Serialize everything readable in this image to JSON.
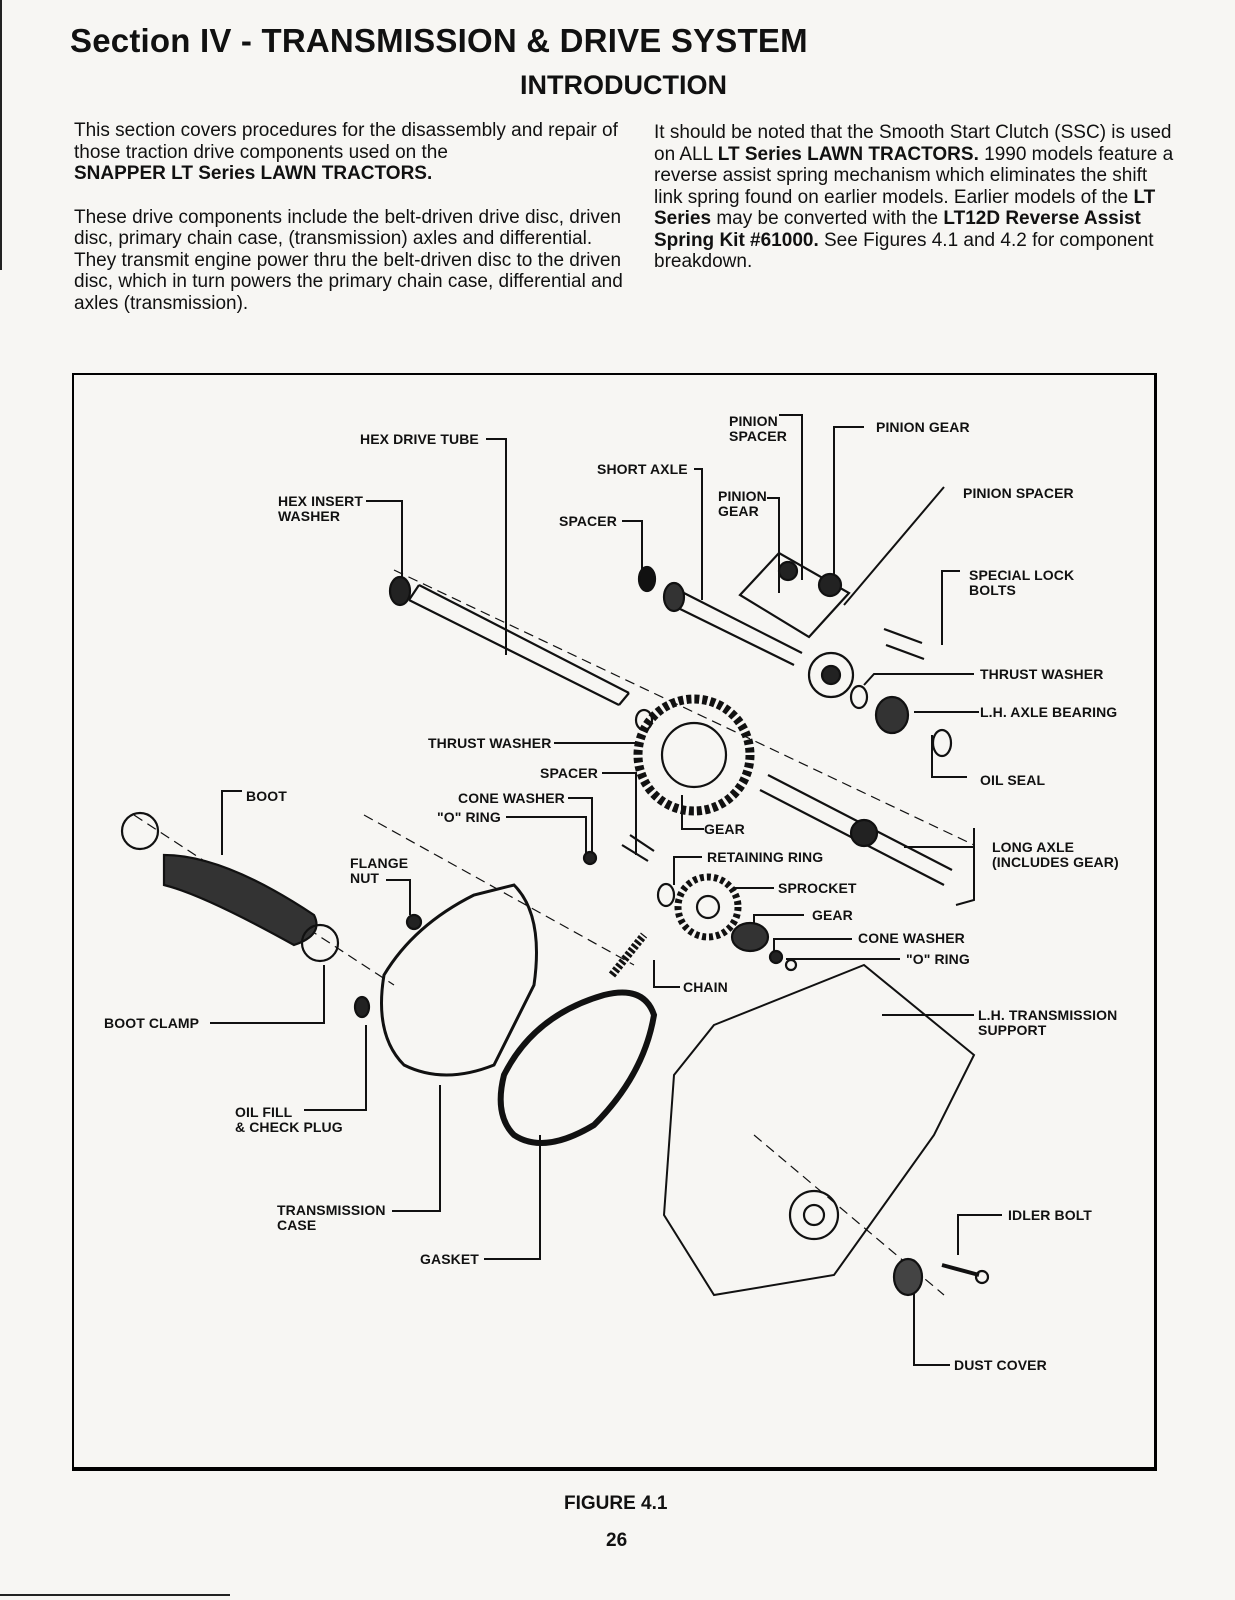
{
  "header": {
    "title": "Section IV - TRANSMISSION & DRIVE SYSTEM",
    "subtitle": "INTRODUCTION"
  },
  "intro": {
    "left_p1_a": "This section covers procedures for the disassembly and repair of those traction drive components used on the ",
    "left_p1_b": "SNAPPER LT Series LAWN TRACTORS.",
    "left_p2": "These drive components include the belt-driven drive disc, driven disc, primary chain case, (transmission) axles and differential. They transmit engine power thru the belt-driven disc to the driven disc, which in turn powers the primary chain case, differential and axles (transmission).",
    "right_a": "It should be noted that the Smooth Start Clutch (SSC) is used on ALL ",
    "right_b": "LT Series LAWN TRACTORS.",
    "right_c": " 1990 models feature a reverse assist spring mechanism which eliminates the shift link spring found on earlier models. Earlier models of the ",
    "right_d": "LT Series",
    "right_e": " may be converted with the ",
    "right_f": "LT12D Reverse Assist Spring Kit #61000.",
    "right_g": " See Figures 4.1 and 4.2 for component breakdown."
  },
  "figure": {
    "labels": {
      "hex_drive_tube": "HEX DRIVE TUBE",
      "hex_insert_washer": "HEX INSERT\nWASHER",
      "spacer_top": "SPACER",
      "short_axle": "SHORT AXLE",
      "pinion_spacer_top": "PINION\nSPACER",
      "pinion_gear_mid": "PINION\nGEAR",
      "pinion_gear_top": "PINION GEAR",
      "pinion_spacer_right": "PINION SPACER",
      "special_lock_bolts": "SPECIAL LOCK\nBOLTS",
      "thrust_washer_right": "THRUST WASHER",
      "lh_axle_bearing": "L.H. AXLE BEARING",
      "oil_seal": "OIL SEAL",
      "thrust_washer_left": "THRUST WASHER",
      "spacer_mid": "SPACER",
      "cone_washer_left": "CONE WASHER",
      "o_ring_left": "\"O\" RING",
      "gear_center": "GEAR",
      "retaining_ring": "RETAINING RING",
      "long_axle": "LONG AXLE\n(INCLUDES GEAR)",
      "boot": "BOOT",
      "flange_nut": "FLANGE\nNUT",
      "sprocket": "SPROCKET",
      "gear_lower": "GEAR",
      "cone_washer_right": "CONE WASHER",
      "o_ring_right": "\"O\" RING",
      "chain": "CHAIN",
      "boot_clamp": "BOOT CLAMP",
      "lh_transmission_support": "L.H. TRANSMISSION\nSUPPORT",
      "oil_fill": "OIL FILL\n& CHECK PLUG",
      "transmission_case": "TRANSMISSION\nCASE",
      "gasket": "GASKET",
      "idler_bolt": "IDLER BOLT",
      "dust_cover": "DUST COVER"
    },
    "caption": "FIGURE 4.1"
  },
  "footer": {
    "page_number": "26"
  }
}
